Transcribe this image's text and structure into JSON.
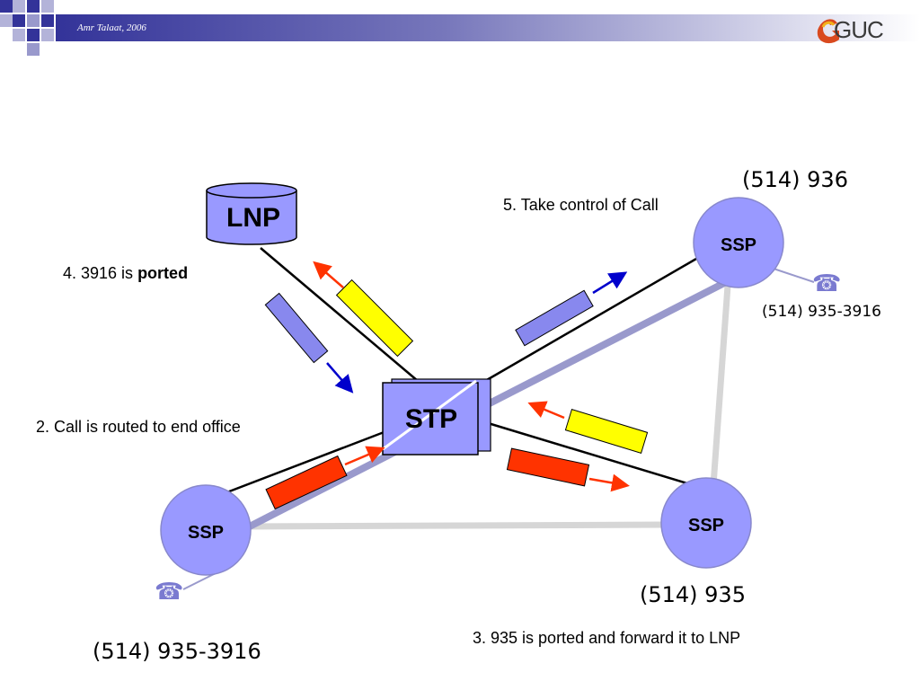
{
  "header": {
    "author": "Amr Talaat, 2006",
    "logo_text": "GUC"
  },
  "nodes": {
    "lnp": "LNP",
    "stp": "STP",
    "ssp_top_right": "SSP",
    "ssp_bottom_left": "SSP",
    "ssp_bottom_right": "SSP"
  },
  "steps": {
    "step2": "2. Call is routed to end office",
    "step3": "3. 935 is ported and forward it to LNP",
    "step4_prefix": "4. 3916 is ",
    "step4_bold": "ported",
    "step5": "5. Take control of Call"
  },
  "numbers": {
    "office_936": "(514) 936",
    "phone_top_right": "(514) 935-3916",
    "office_935": "(514) 935",
    "phone_bottom_left": "(514) 935-3916"
  },
  "icons": {
    "phone_glyph": "☎"
  },
  "colors": {
    "node_fill": "#9999ff",
    "banner_dark": "#333399",
    "message_red": "#ff3300",
    "message_yellow": "#ffff00",
    "message_blue": "#8888ee",
    "trunk_gray": "#d6d6d6"
  }
}
